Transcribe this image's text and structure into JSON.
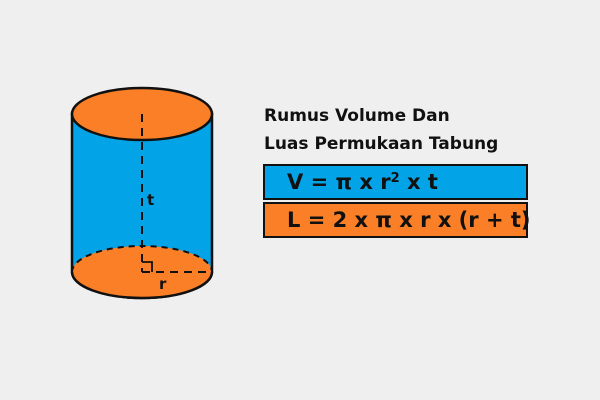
{
  "title": {
    "line1": "Rumus Volume Dan",
    "line2": "Luas Permukaan Tabung"
  },
  "formulas": {
    "volume": {
      "prefix": "V = π x r",
      "exponent": "2",
      "suffix": " x t",
      "color": "#03a3e8"
    },
    "surface": {
      "text": "L = 2 x π x r x (r + t)",
      "color": "#fb7f27"
    }
  },
  "cylinder": {
    "body_color": "#03a3e8",
    "cap_color": "#fb7f27",
    "height_label": "t",
    "radius_label": "r"
  }
}
